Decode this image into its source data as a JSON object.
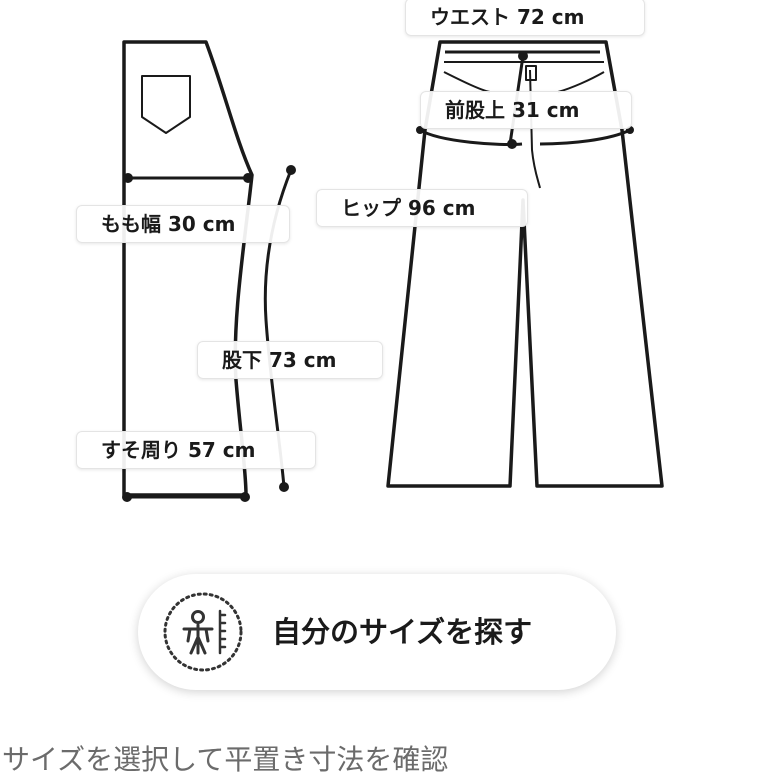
{
  "measurements": {
    "waist": "ウエスト 72 cm",
    "front_rise": "前股上 31 cm",
    "hip": "ヒップ 96 cm",
    "thigh": "もも幅 30 cm",
    "inseam": "股下 73 cm",
    "hem": "すそ周り 57 cm"
  },
  "find_size_button": {
    "label": "自分のサイズを探す",
    "icon": "body-measure-icon"
  },
  "footer_note": "サイズを選択して平置き寸法を確認",
  "colors": {
    "outline": "#1a1a1a",
    "label_bg": "#ffffff",
    "footer_text": "#6b6b6b"
  }
}
